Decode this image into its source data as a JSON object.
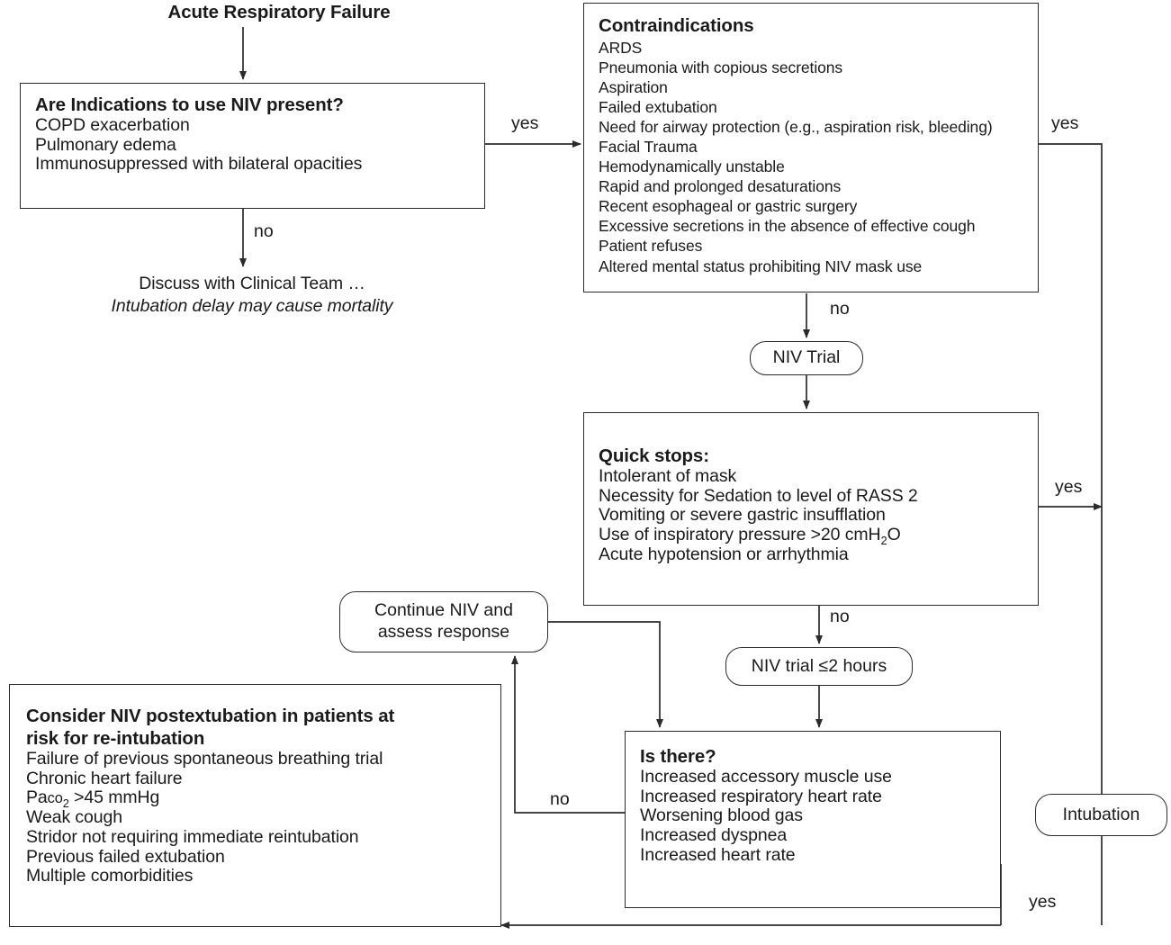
{
  "diagram": {
    "title": "Acute Respiratory Failure",
    "type": "clinical-decision-flowchart"
  },
  "nodes": {
    "title": {
      "label": "Acute Respiratory Failure"
    },
    "indications": {
      "heading": "Are Indications to use NIV present?",
      "items": [
        "COPD exacerbation",
        "Pulmonary edema",
        "Immunosuppressed with bilateral opacities"
      ]
    },
    "discuss": {
      "line1": "Discuss with Clinical Team …",
      "line2": "Intubation delay may cause mortality"
    },
    "contraindications": {
      "heading": "Contraindications",
      "items": [
        "ARDS",
        "Pneumonia with copious secretions",
        "Aspiration",
        "Failed extubation",
        "Need for airway protection (e.g., aspiration risk, bleeding)",
        "Facial Trauma",
        "Hemodynamically unstable",
        "Rapid and prolonged desaturations",
        "Recent esophageal or gastric surgery",
        "Excessive secretions in the absence of effective cough",
        "Patient refuses",
        "Altered mental status prohibiting NIV mask use"
      ]
    },
    "niv_trial": {
      "label": "NIV Trial"
    },
    "quick_stops": {
      "heading": "Quick stops:",
      "items": [
        "Intolerant of mask",
        "Necessity for Sedation to level of RASS 2",
        "Vomiting or severe gastric insufflation",
        "Use of inspiratory pressure >20 cmH2O",
        "Acute hypotension or arrhythmia"
      ],
      "item4_pre": "Use of inspiratory pressure >20 cmH",
      "item4_sub": "2",
      "item4_post": "O"
    },
    "continue_niv": {
      "line1": "Continue NIV and",
      "line2": "assess response"
    },
    "niv_trial_2h": {
      "label": "NIV trial ≤2 hours"
    },
    "is_there": {
      "heading": "Is there?",
      "items": [
        "Increased accessory muscle use",
        "Increased respiratory heart rate",
        "Worsening blood gas",
        "Increased dyspnea",
        "Increased heart rate"
      ]
    },
    "postextubation": {
      "heading_line1": "Consider NIV postextubation in patients at",
      "heading_line2": "risk for re-intubation",
      "items": [
        "Failure of previous spontaneous breathing trial",
        "Chronic heart failure",
        "Paco2 >45 mmHg",
        "Weak cough",
        "Stridor not requiring immediate reintubation",
        "Previous failed extubation",
        "Multiple comorbidities"
      ],
      "item3_pre": "Pa",
      "item3_sc": "co",
      "item3_sub": "2",
      "item3_post": " >45 mmHg"
    },
    "intubation": {
      "label": "Intubation"
    }
  },
  "edge_labels": {
    "indications_yes": "yes",
    "indications_no": "no",
    "contra_yes": "yes",
    "contra_no": "no",
    "quickstops_yes": "yes",
    "quickstops_no": "no",
    "isthere_yes": "yes",
    "isthere_no": "no"
  },
  "colors": {
    "stroke": "#2b2b2b",
    "text": "#1a1a1a",
    "background": "#ffffff"
  }
}
